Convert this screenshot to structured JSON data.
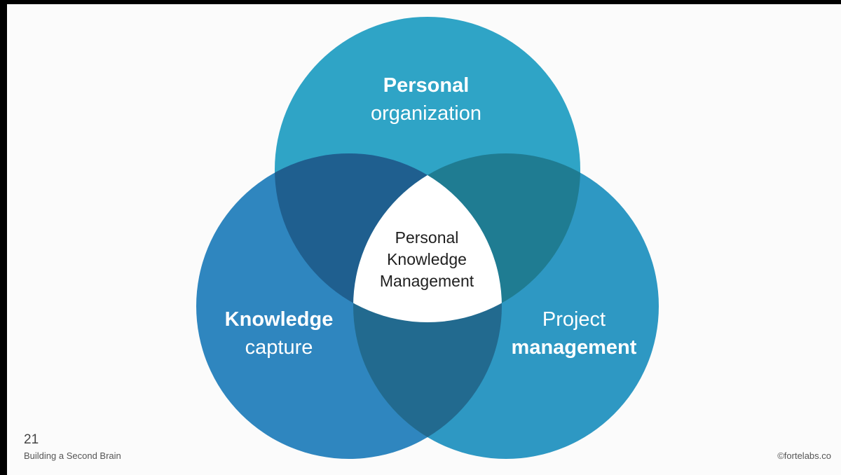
{
  "colors": {
    "top_circle": "#2fa4c6",
    "left_circle": "#2f86bf",
    "right_circle": "#2e98c3",
    "overlap_top_left": "#1f5f8f",
    "overlap_top_right": "#1f7c92",
    "overlap_left_right": "#226a8f",
    "center": "#ffffff",
    "background": "#fbfbfb"
  },
  "circles": {
    "top": {
      "line1": "Personal",
      "line2": "organization"
    },
    "left": {
      "line1": "Knowledge",
      "line2": "capture"
    },
    "right": {
      "line1": "Project",
      "line2": "management"
    }
  },
  "center": {
    "line1": "Personal",
    "line2": "Knowledge",
    "line3": "Management"
  },
  "footer": {
    "slide_number": "21",
    "title": "Building a Second Brain",
    "credit": "©fortelabs.co"
  }
}
